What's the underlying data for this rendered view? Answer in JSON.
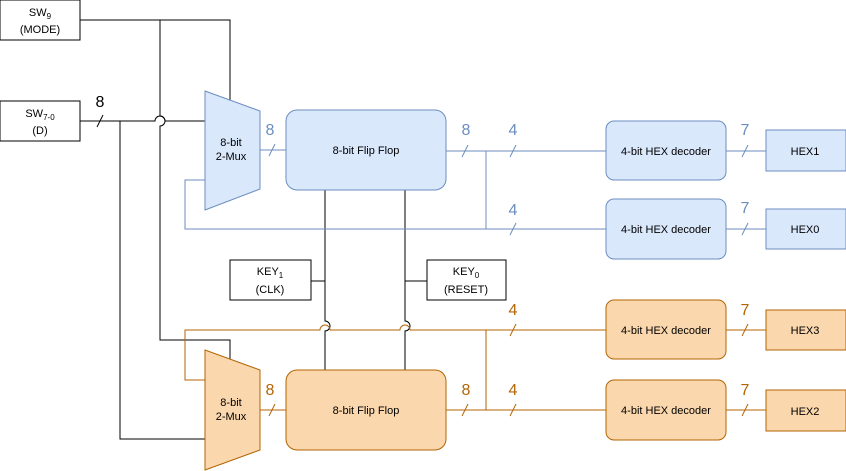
{
  "inputs": {
    "sw9": {
      "name": "SW",
      "sub": "9",
      "desc": "(MODE)"
    },
    "sw70": {
      "name": "SW",
      "sub": "7-0",
      "desc": "(D)"
    },
    "key1": {
      "name": "KEY",
      "sub": "1",
      "desc": "(CLK)"
    },
    "key0": {
      "name": "KEY",
      "sub": "0",
      "desc": "(RESET)"
    }
  },
  "blocks": {
    "mux_line1": "8-bit",
    "mux_line2": "2-Mux",
    "flipflop": "8-bit Flip Flop",
    "decoder": "4-bit HEX decoder"
  },
  "outputs": {
    "hex1": "HEX1",
    "hex0": "HEX0",
    "hex3": "HEX3",
    "hex2": "HEX2"
  },
  "bus_widths": {
    "input": "8",
    "mux_out": "8",
    "ff_out": "8",
    "nibble": "4",
    "seg": "7"
  },
  "colors": {
    "blue_fill": "#dae8fc",
    "blue_stroke": "#6c8ebf",
    "blue_text": "#6c8ebf",
    "orange_fill": "#fad7ac",
    "orange_stroke": "#b46504",
    "orange_text": "#b46504"
  }
}
